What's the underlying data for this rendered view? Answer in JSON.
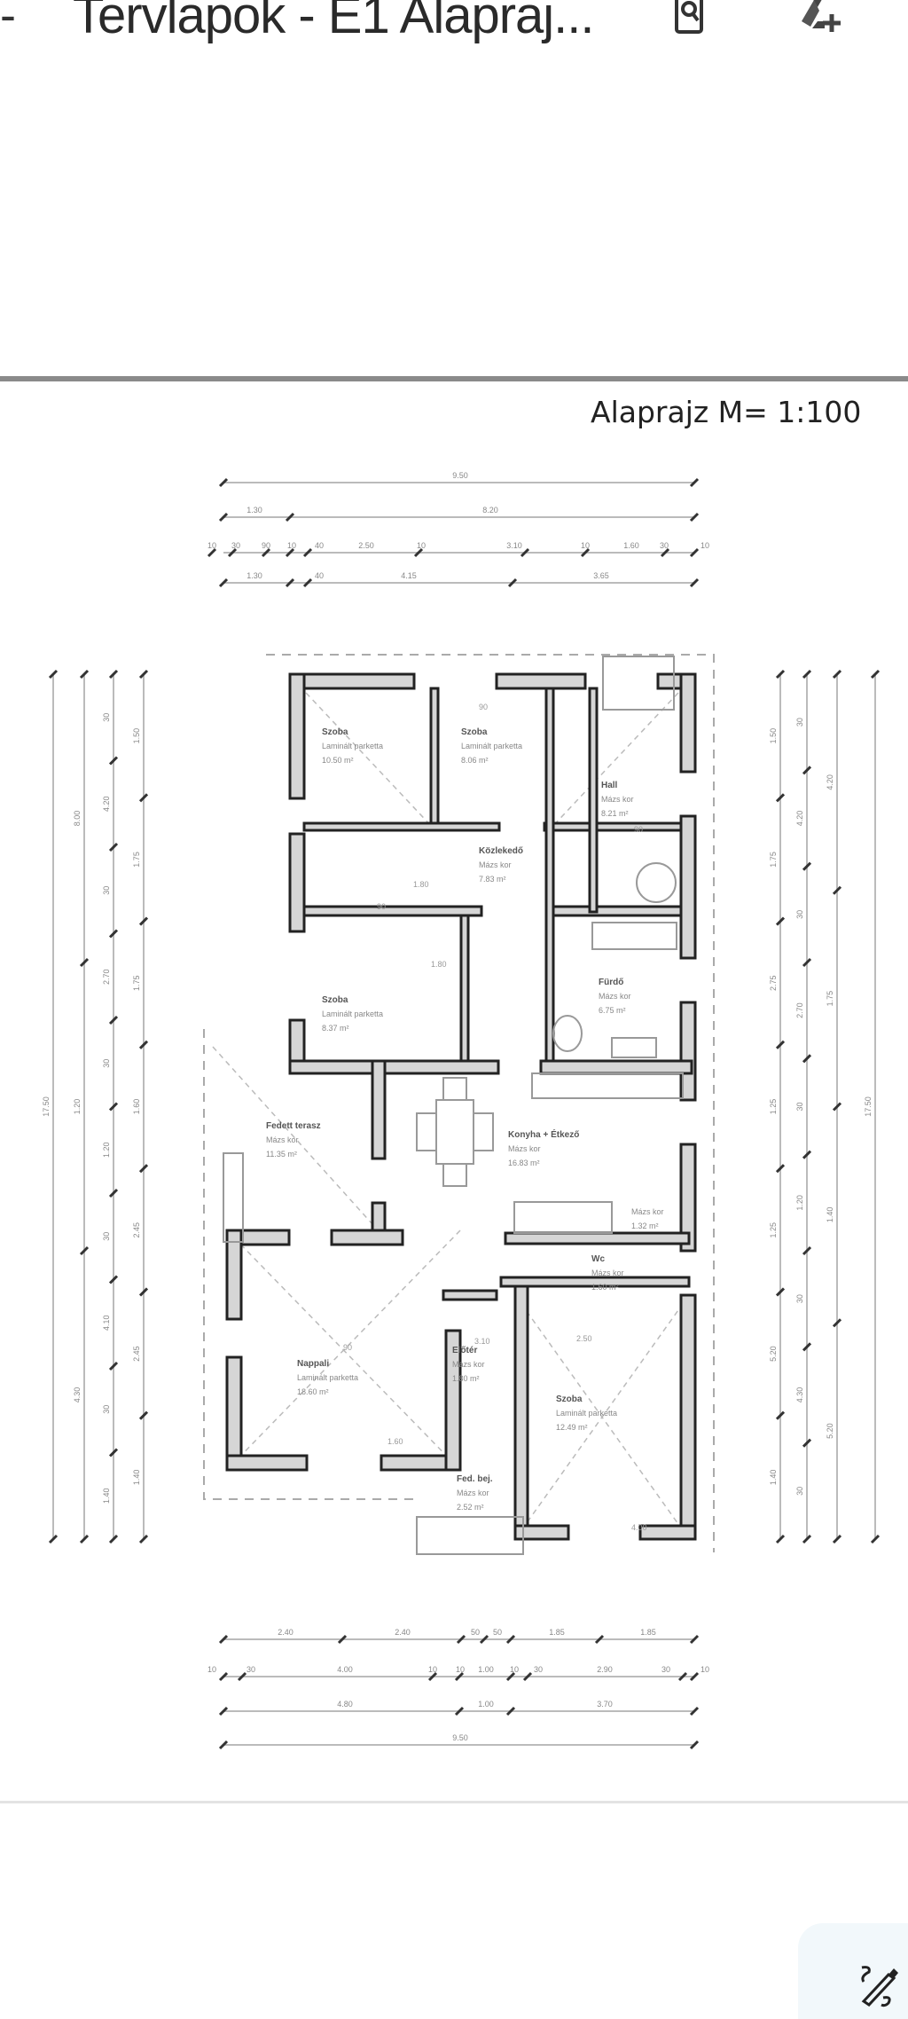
{
  "header": {
    "back_glyph": "-",
    "title": "Tervlapok - E1 Alapraj...",
    "icons": [
      "search-document-icon",
      "add-to-drive-icon"
    ]
  },
  "sheet": {
    "title": "Alaprajz M= 1:100"
  },
  "dimensions": {
    "top": [
      [
        "9.50"
      ],
      [
        "1.30",
        "8.20"
      ],
      [
        "10",
        "30",
        "90",
        "10",
        "40",
        "2.50",
        "10",
        "3.10",
        "10",
        "1.60",
        "30",
        "10"
      ],
      [
        "1.30",
        "40",
        "4.15",
        "3.65"
      ]
    ],
    "bottom": [
      [
        "2.40",
        "2.40",
        "50",
        "50",
        "1.85",
        "1.85"
      ],
      [
        "10",
        "30",
        "4.00",
        "10",
        "10",
        "1.00",
        "10",
        "30",
        "2.90",
        "30",
        "10"
      ],
      [
        "4.80",
        "1.00",
        "3.70"
      ],
      [
        "9.50"
      ]
    ],
    "left": [
      [
        "17.50"
      ],
      [
        "8.00",
        "1.20",
        "4.30"
      ],
      [
        "30",
        "4.20",
        "30",
        "2.70",
        "30",
        "1.20",
        "30",
        "4.10",
        "30",
        "1.40"
      ],
      [
        "1.50",
        "1.75",
        "1.75",
        "1.60",
        "2.45",
        "2.45",
        "1.40"
      ]
    ],
    "right": [
      [
        "1.50",
        "1.75",
        "2.75",
        "1.25",
        "1.25",
        "5.20",
        "1.40"
      ],
      [
        "30",
        "4.20",
        "30",
        "2.70",
        "30",
        "1.20",
        "30",
        "4.30",
        "30"
      ],
      [
        "4.20",
        "1.75",
        "1.40",
        "5.20"
      ],
      [
        "17.50"
      ]
    ]
  },
  "rooms": [
    {
      "name": "Szoba",
      "floor": "Laminált parketta",
      "area": "10.50 m²"
    },
    {
      "name": "Szoba",
      "floor": "Laminált parketta",
      "area": "8.06 m²"
    },
    {
      "name": "Hall",
      "floor": "Mázs kor",
      "area": "8.21 m²"
    },
    {
      "name": "Közlekedő",
      "floor": "Mázs kor",
      "area": "7.83 m²"
    },
    {
      "name": "Szoba",
      "floor": "Laminált parketta",
      "area": "8.37 m²"
    },
    {
      "name": "Fürdő",
      "floor": "Mázs kor",
      "area": "6.75 m²"
    },
    {
      "name": "Fedett terasz",
      "floor": "Mázs kor",
      "area": "11.35 m²"
    },
    {
      "name": "Konyha + Étkező",
      "floor": "Mázs kor",
      "area": "16.83 m²"
    },
    {
      "name": "",
      "floor": "Mázs kor",
      "area": "1.32 m²"
    },
    {
      "name": "Wc",
      "floor": "Mázs kor",
      "area": "1.60 m²"
    },
    {
      "name": "Nappali",
      "floor": "Laminált parketta",
      "area": "18.60 m²"
    },
    {
      "name": "Előtér",
      "floor": "Mázs kor",
      "area": "1.80 m²"
    },
    {
      "name": "Fed. bej.",
      "floor": "Mázs kor",
      "area": "2.52 m²"
    },
    {
      "name": "Szoba",
      "floor": "Laminált parketta",
      "area": "12.49 m²"
    }
  ],
  "annotations": [
    "90",
    "90",
    "90",
    "90",
    "2.50",
    "3.10",
    "1.60",
    "4.00",
    "1.80",
    "1.80"
  ]
}
